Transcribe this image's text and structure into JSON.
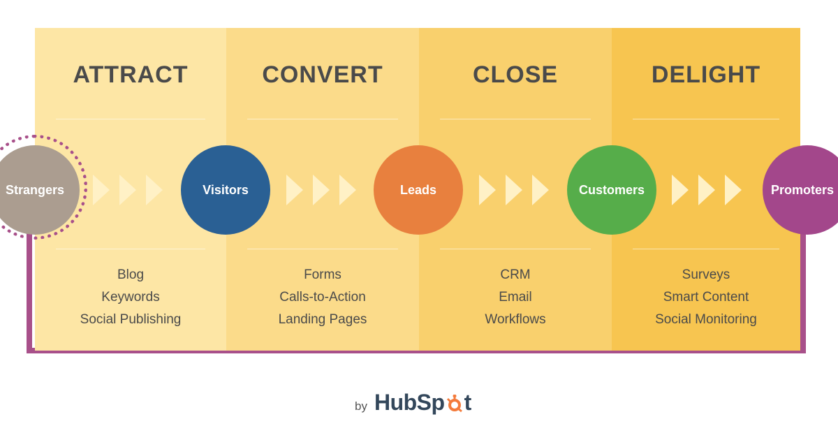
{
  "stages": [
    {
      "title": "ATTRACT",
      "tools": [
        "Blog",
        "Keywords",
        "Social Publishing"
      ]
    },
    {
      "title": "CONVERT",
      "tools": [
        "Forms",
        "Calls-to-Action",
        "Landing Pages"
      ]
    },
    {
      "title": "CLOSE",
      "tools": [
        "CRM",
        "Email",
        "Workflows"
      ]
    },
    {
      "title": "DELIGHT",
      "tools": [
        "Surveys",
        "Smart Content",
        "Social Monitoring"
      ]
    }
  ],
  "nodes": [
    {
      "label": "Strangers",
      "color": "#ab9d90"
    },
    {
      "label": "Visitors",
      "color": "#2a6094"
    },
    {
      "label": "Leads",
      "color": "#e8803e"
    },
    {
      "label": "Customers",
      "color": "#56ad4a"
    },
    {
      "label": "Promoters",
      "color": "#a3478b"
    }
  ],
  "colors": {
    "loop": "#a8508a",
    "arrow": "#fff1c6",
    "brand_text": "#33475b",
    "brand_accent": "#f47b3c"
  },
  "branding": {
    "by": "by",
    "name": "HubSp",
    "name_suffix": "t",
    "logo_icon": "sprocket-icon"
  }
}
